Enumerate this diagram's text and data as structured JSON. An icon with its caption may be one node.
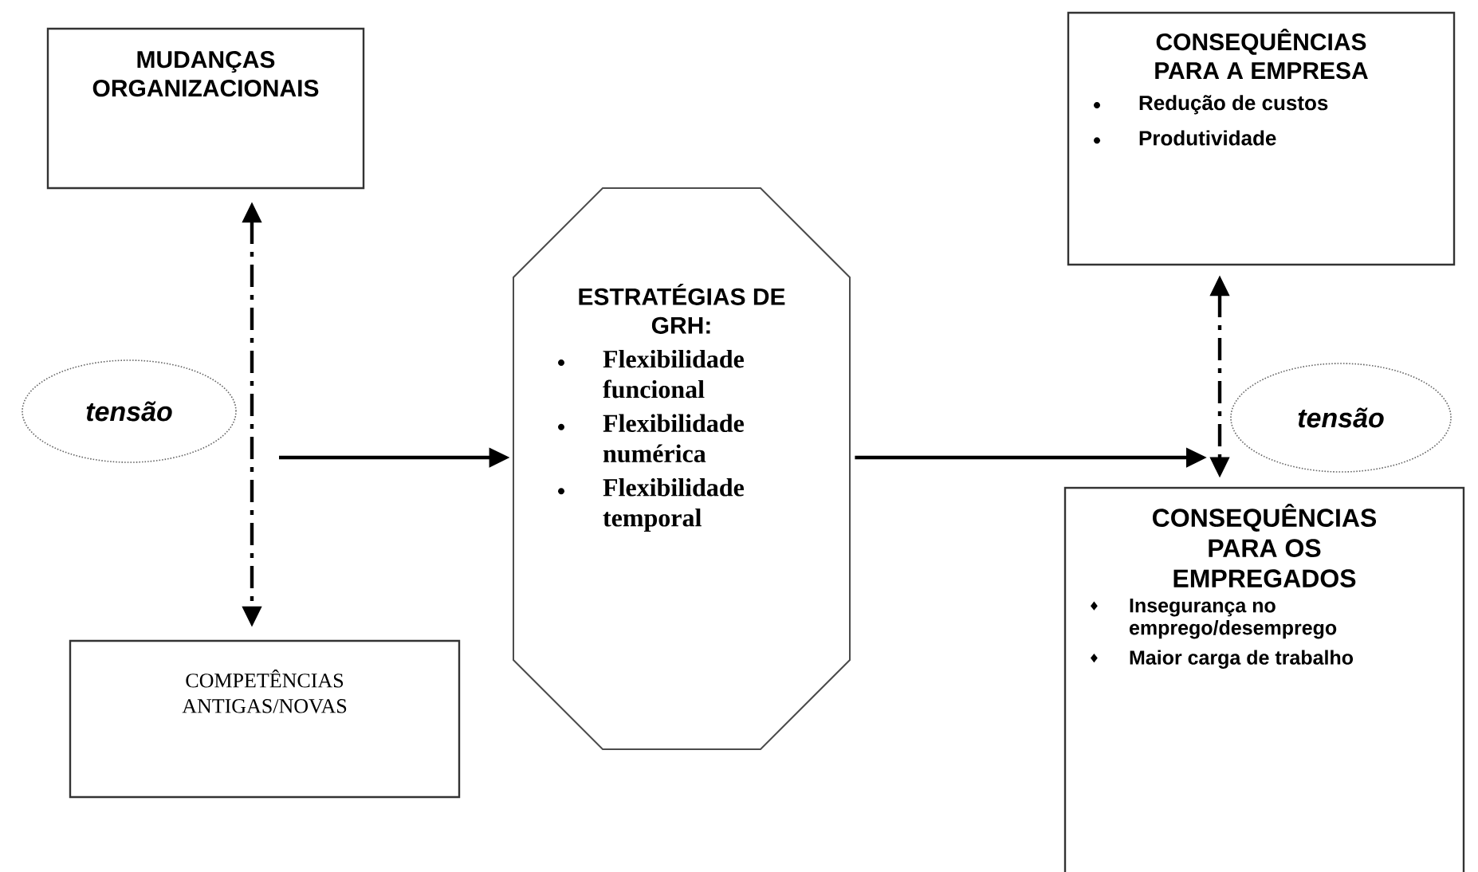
{
  "diagram": {
    "nodes": [
      {
        "text": [
          "MUDANÇAS ORGANIZACIONAIS"
        ]
      },
      {
        "text": [
          "tensão"
        ]
      },
      {
        "text": [
          "COMPETÊNCIAS ANTIGAS/NOVAS"
        ]
      },
      {
        "text": [
          "ESTRATÉGIAS DE GRH:",
          "Flexibilidade funcional",
          "Flexibilidade numérica",
          "Flexibilidade temporal"
        ]
      },
      {
        "text": [
          "CONSEQUÊNCIAS PARA A EMPRESA",
          "Redução de custos",
          "Produtividade"
        ]
      },
      {
        "text": [
          "tensão"
        ]
      },
      {
        "text": [
          "CONSEQUÊNCIAS PARA OS EMPREGADOS",
          "Insegurança no emprego/desemprego",
          "Maior carga de trabalho"
        ]
      }
    ],
    "edges": [
      {
        "from": 0,
        "to": 2,
        "arrow": "both",
        "style": "dashed"
      },
      {
        "from": null,
        "to": 3,
        "arrow": "to"
      },
      {
        "from": 3,
        "to": null,
        "arrow": "to"
      },
      {
        "from": 4,
        "to": 6,
        "arrow": "both",
        "style": "dashed"
      }
    ]
  }
}
